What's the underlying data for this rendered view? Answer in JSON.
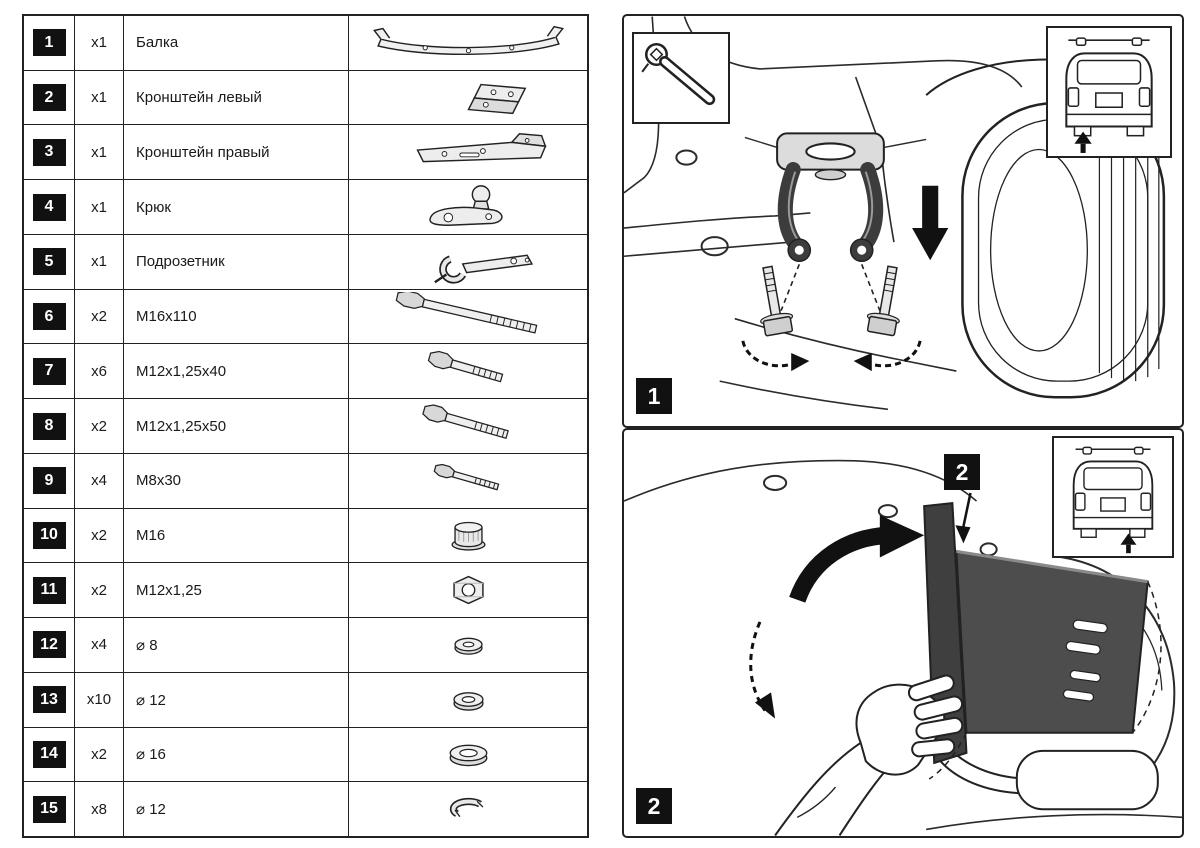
{
  "colors": {
    "badge_bg": "#111111",
    "badge_text": "#ffffff",
    "line": "#222222",
    "part_dark": "#4d4d4d"
  },
  "parts_table": {
    "rows": [
      {
        "id": "1",
        "qty": "x1",
        "name": "Балка",
        "icon": "beam-icon"
      },
      {
        "id": "2",
        "qty": "x1",
        "name": "Кронштейн левый",
        "icon": "bracket-left-icon"
      },
      {
        "id": "3",
        "qty": "x1",
        "name": "Кронштейн правый",
        "icon": "bracket-right-icon"
      },
      {
        "id": "4",
        "qty": "x1",
        "name": "Крюк",
        "icon": "tow-hook-icon"
      },
      {
        "id": "5",
        "qty": "x1",
        "name": "Подрозетник",
        "icon": "socket-bracket-icon"
      },
      {
        "id": "6",
        "qty": "x2",
        "name": "M16x110",
        "icon": "bolt-long-icon"
      },
      {
        "id": "7",
        "qty": "x6",
        "name": "M12x1,25x40",
        "icon": "bolt-short-icon"
      },
      {
        "id": "8",
        "qty": "x2",
        "name": "M12x1,25x50",
        "icon": "bolt-medium-icon"
      },
      {
        "id": "9",
        "qty": "x4",
        "name": "M8x30",
        "icon": "bolt-small-icon"
      },
      {
        "id": "10",
        "qty": "x2",
        "name": "M16",
        "icon": "lock-nut-icon"
      },
      {
        "id": "11",
        "qty": "x2",
        "name": "M12x1,25",
        "icon": "hex-nut-icon"
      },
      {
        "id": "12",
        "qty": "x4",
        "name": "⌀ 8",
        "icon": "washer-icon"
      },
      {
        "id": "13",
        "qty": "x10",
        "name": "⌀ 12",
        "icon": "washer-icon"
      },
      {
        "id": "14",
        "qty": "x2",
        "name": "⌀ 16",
        "icon": "washer-large-icon"
      },
      {
        "id": "15",
        "qty": "x8",
        "name": "⌀ 12",
        "icon": "spring-washer-icon"
      }
    ]
  },
  "steps": {
    "step1": {
      "label": "1"
    },
    "step2": {
      "label": "2",
      "callout": "2"
    }
  }
}
